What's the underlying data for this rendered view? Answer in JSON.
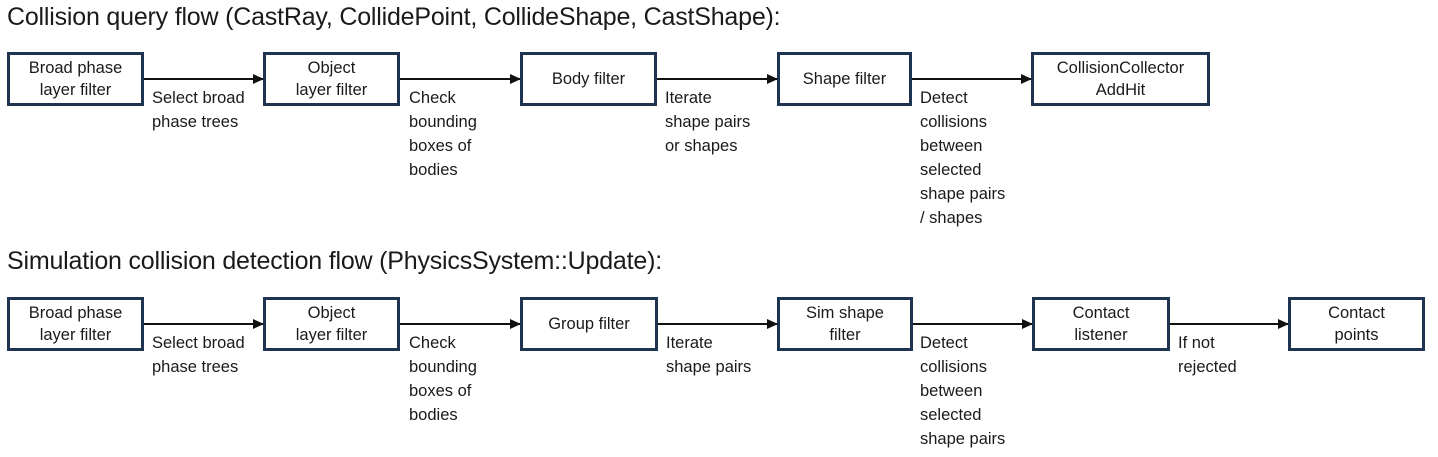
{
  "colors": {
    "background": "#ffffff",
    "box_border": "#1f3450",
    "box_fill": "#ffffff",
    "text": "#1a1a1a",
    "arrow": "#111111"
  },
  "flows": [
    {
      "title": "Collision query flow (CastRay, CollidePoint, CollideShape, CastShape):",
      "nodes": [
        {
          "label": "Broad phase\nlayer filter"
        },
        {
          "label": "Object\nlayer filter"
        },
        {
          "label": "Body filter"
        },
        {
          "label": "Shape filter"
        },
        {
          "label": "CollisionCollector\nAddHit"
        }
      ],
      "edge_labels": [
        "Select broad\nphase trees",
        "Check\nbounding\nboxes of\nbodies",
        "Iterate\nshape pairs\nor shapes",
        "Detect\ncollisions\nbetween\nselected\nshape pairs\n/ shapes"
      ]
    },
    {
      "title": "Simulation collision detection flow (PhysicsSystem::Update):",
      "nodes": [
        {
          "label": "Broad phase\nlayer filter"
        },
        {
          "label": "Object\nlayer filter"
        },
        {
          "label": "Group filter"
        },
        {
          "label": "Sim shape\nfilter"
        },
        {
          "label": "Contact\nlistener"
        },
        {
          "label": "Contact\npoints"
        }
      ],
      "edge_labels": [
        "Select broad\nphase trees",
        "Check\nbounding\nboxes of\nbodies",
        "Iterate\nshape pairs",
        "Detect\ncollisions\nbetween\nselected\nshape pairs",
        "If not\nrejected"
      ]
    }
  ]
}
